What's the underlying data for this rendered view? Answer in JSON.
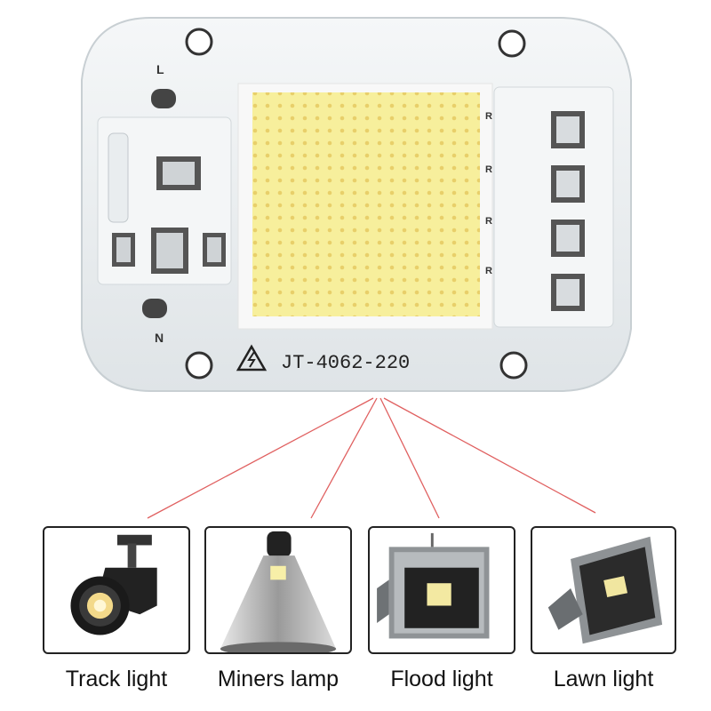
{
  "board": {
    "model_text": "JT-4062-220",
    "label_l": "L",
    "label_n": "N",
    "resistor_marks": [
      "R",
      "R",
      "R",
      "R"
    ]
  },
  "applications": [
    {
      "label": "Track light",
      "icon": "track-light-icon"
    },
    {
      "label": "Miners lamp",
      "icon": "miners-lamp-icon"
    },
    {
      "label": "Flood light",
      "icon": "flood-light-icon"
    },
    {
      "label": "Lawn light",
      "icon": "lawn-light-icon"
    }
  ],
  "colors": {
    "led_face": "#f7ef9c",
    "connector_line": "#e06060",
    "board": "#eef2f4"
  }
}
